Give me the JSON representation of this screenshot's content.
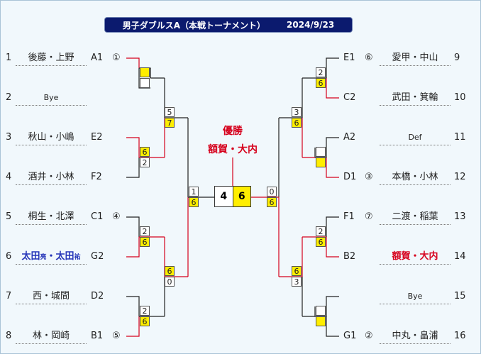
{
  "title": "男子ダブルスA（本戦トーナメント）",
  "date": "2024/9/23",
  "champion_label": "優勝",
  "champion_name": "額賀・大内",
  "final_score": [
    "4",
    "6"
  ],
  "left": [
    {
      "seed": "1",
      "name": "後藤・上野",
      "code": "A1",
      "mark": "①"
    },
    {
      "seed": "2",
      "name": "Bye",
      "code": "",
      "mark": ""
    },
    {
      "seed": "3",
      "name": "秋山・小嶋",
      "code": "E2",
      "mark": ""
    },
    {
      "seed": "4",
      "name": "酒井・小林",
      "code": "F2",
      "mark": ""
    },
    {
      "seed": "5",
      "name": "桐生・北澤",
      "code": "C1",
      "mark": "④"
    },
    {
      "seed": "6",
      "name_a": "太田",
      "sub_a": "亮",
      "sep": "・",
      "name_b": "太田",
      "sub_b": "祐",
      "code": "G2",
      "mark": ""
    },
    {
      "seed": "7",
      "name": "西・城間",
      "code": "D2",
      "mark": ""
    },
    {
      "seed": "8",
      "name": "林・岡崎",
      "code": "B1",
      "mark": "⑤"
    }
  ],
  "right": [
    {
      "seed": "9",
      "name": "愛甲・中山",
      "code": "E1",
      "mark": "⑥"
    },
    {
      "seed": "10",
      "name": "武田・箕輪",
      "code": "C2",
      "mark": ""
    },
    {
      "seed": "11",
      "name": "Def",
      "code": "A2",
      "mark": ""
    },
    {
      "seed": "12",
      "name": "本橋・小林",
      "code": "D1",
      "mark": "③"
    },
    {
      "seed": "13",
      "name": "二渡・稲葉",
      "code": "F1",
      "mark": "⑦"
    },
    {
      "seed": "14",
      "name": "額賀・大内",
      "code": "B2",
      "mark": ""
    },
    {
      "seed": "15",
      "name": "Bye",
      "code": "",
      "mark": ""
    },
    {
      "seed": "16",
      "name": "中丸・畠浦",
      "code": "G1",
      "mark": "②"
    }
  ],
  "scores": {
    "l_r1_2_top": "6",
    "l_r1_2_bot": "2",
    "l_r1_3_top": "2",
    "l_r1_3_bot": "6",
    "l_r1_4_top": "2",
    "l_r1_4_bot": "6",
    "l_r2_1_top": "5",
    "l_r2_1_bot": "7",
    "l_r2_2_top": "6",
    "l_r2_2_bot": "0",
    "l_sf_top": "1",
    "l_sf_bot": "6",
    "r_r1_1_top": "2",
    "r_r1_1_bot": "6",
    "r_r1_3_top": "2",
    "r_r1_3_bot": "6",
    "r_r2_1_top": "3",
    "r_r2_1_bot": "6",
    "r_r2_2_top": "6",
    "r_r2_2_bot": "3",
    "r_sf_top": "0",
    "r_sf_bot": "6"
  }
}
